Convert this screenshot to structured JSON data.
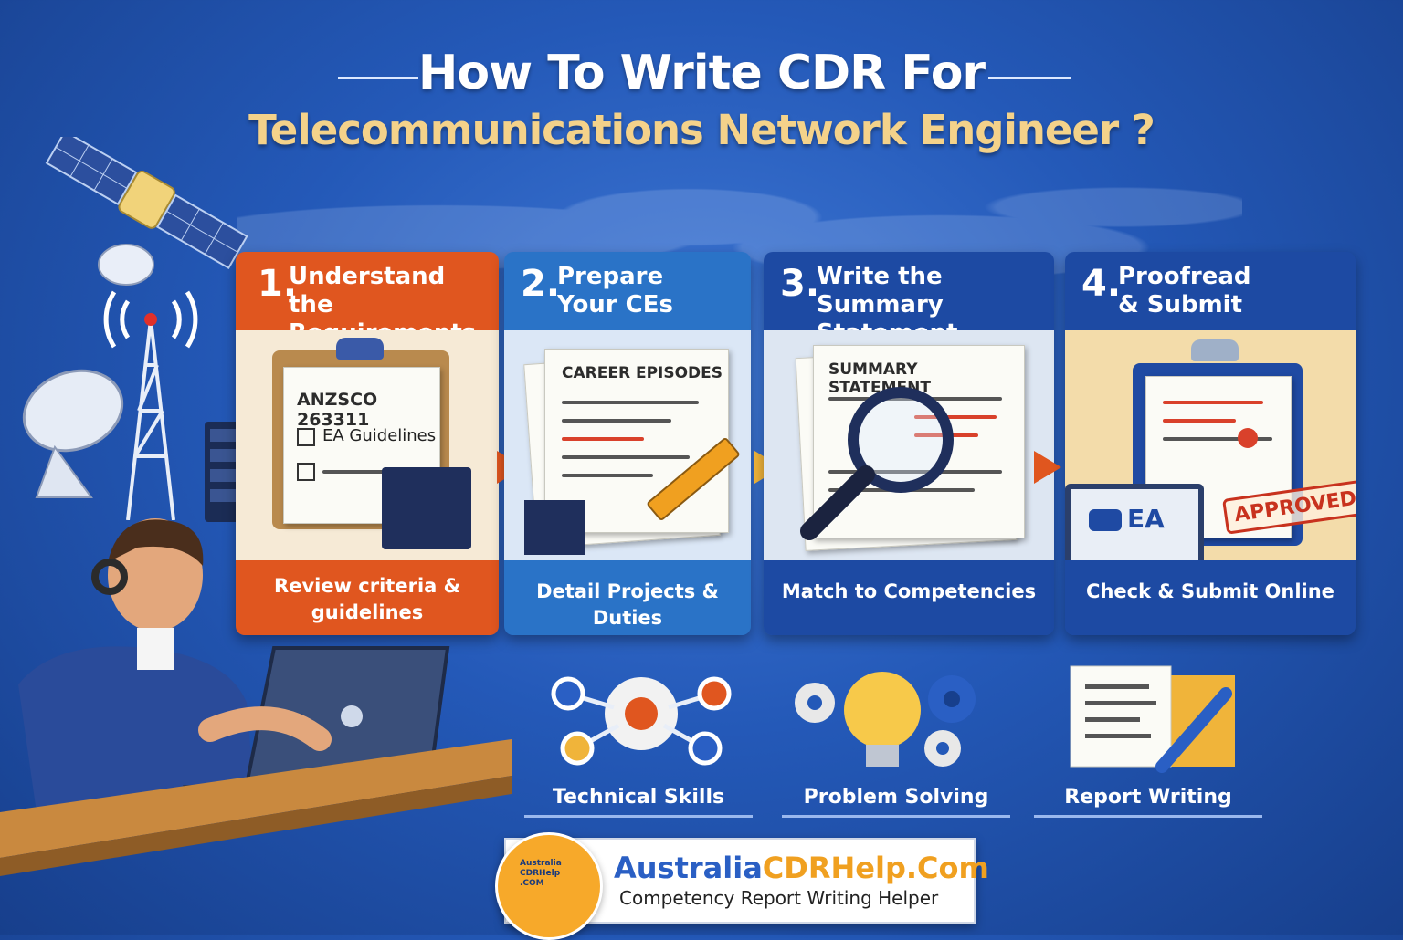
{
  "title": {
    "line1": "How To Write CDR For",
    "line2": "Telecommunications Network Engineer ?"
  },
  "steps": [
    {
      "num": "1.",
      "heading_1": "Understand",
      "heading_2": "the Requirements",
      "doc_title": "ANZSCO 263311",
      "check_1": "EA Guidelines",
      "footer_1": "Review criteria &",
      "footer_2": "guidelines",
      "header_color": "#e0561f",
      "footer_color": "#e0561f",
      "body_color": "#f6ead6"
    },
    {
      "num": "2.",
      "heading_1": "Prepare",
      "heading_2": "Your CEs",
      "doc_title": "CAREER EPISODES",
      "footer_1": "Detail Projects & Duties",
      "header_color": "#2a73c7",
      "footer_color": "#2a73c7",
      "body_color": "#dbe7f6"
    },
    {
      "num": "3.",
      "heading_1": "Write the",
      "heading_2": "Summary Statement",
      "doc_title": "SUMMARY STATEMENT",
      "footer_1": "Match to Competencies",
      "header_color": "#1d4aa3",
      "footer_color": "#1d4aa3",
      "body_color": "#dde6f2"
    },
    {
      "num": "4.",
      "heading_1": "Proofread",
      "heading_2": "& Submit",
      "stamp": "APPROVED",
      "laptop_label": "EA",
      "footer_1": "Check & Submit Online",
      "header_color": "#1d4aa3",
      "footer_color": "#1d4aa3",
      "body_color": "#f3dcaa"
    }
  ],
  "skills": [
    {
      "label": "Technical Skills",
      "icon": "gear-network-icon"
    },
    {
      "label": "Problem Solving",
      "icon": "lightbulb-gears-icon"
    },
    {
      "label": "Report Writing",
      "icon": "document-pen-icon"
    }
  ],
  "brand": {
    "name_part1": "Australia",
    "name_part2": "CDRHelp.Com",
    "tagline": "Competency Report Writing Helper",
    "logo_text": "Australia CDRHelp .COM"
  },
  "colors": {
    "accent_gold": "#f4d28a",
    "arrow_orange": "#e0561f",
    "arrow_gold": "#f0b43a"
  }
}
